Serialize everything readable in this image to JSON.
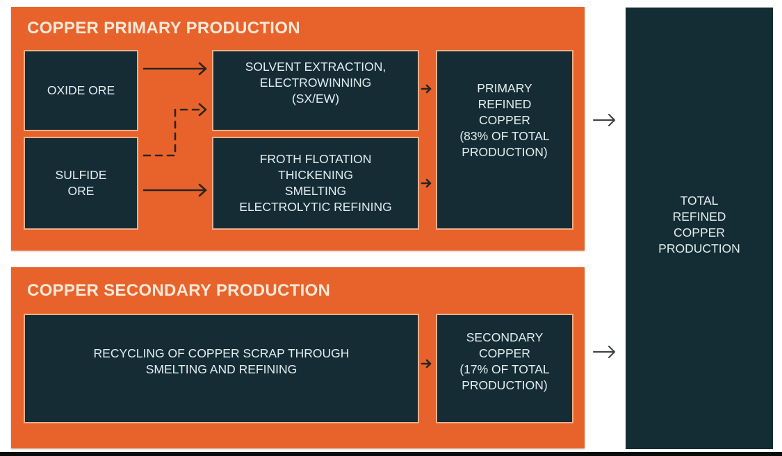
{
  "primary": {
    "title": "COPPER PRIMARY PRODUCTION",
    "oxide_ore": "OXIDE ORE",
    "sulfide_ore": "SULFIDE\nORE",
    "sxew": "SOLVENT EXTRACTION,\nELECTROWINNING\n(SX/EW)",
    "flotation": "FROTH FLOTATION\nTHICKENING\nSMELTING\nELECTROLYTIC REFINING",
    "output": "PRIMARY\nREFINED\nCOPPER\n(83% OF TOTAL\nPRODUCTION)",
    "share_percent": 83
  },
  "secondary": {
    "title": "COPPER SECONDARY PRODUCTION",
    "recycling": "RECYCLING OF COPPER SCRAP THROUGH\nSMELTING AND REFINING",
    "output": "SECONDARY\nCOPPER\n(17% OF TOTAL\nPRODUCTION)",
    "share_percent": 17
  },
  "total": {
    "label": "TOTAL\nREFINED\nCOPPER\nPRODUCTION"
  },
  "colors": {
    "panel": "#e8632b",
    "box": "#152c35",
    "text_light": "#e4eef0",
    "title_text": "#fbe9d8",
    "arrow": "#2b2420"
  },
  "edges": [
    {
      "from": "oxide-ore",
      "to": "sxew",
      "style": "solid"
    },
    {
      "from": "sulfide-ore",
      "to": "sxew",
      "style": "dashed"
    },
    {
      "from": "sulfide-ore",
      "to": "flotation",
      "style": "solid"
    },
    {
      "from": "sxew",
      "to": "primary-refined-copper",
      "style": "solid"
    },
    {
      "from": "flotation",
      "to": "primary-refined-copper",
      "style": "solid"
    },
    {
      "from": "recycling",
      "to": "secondary-copper",
      "style": "solid"
    },
    {
      "from": "primary-refined-copper",
      "to": "total-refined-copper",
      "style": "solid"
    },
    {
      "from": "secondary-copper",
      "to": "total-refined-copper",
      "style": "solid"
    }
  ]
}
